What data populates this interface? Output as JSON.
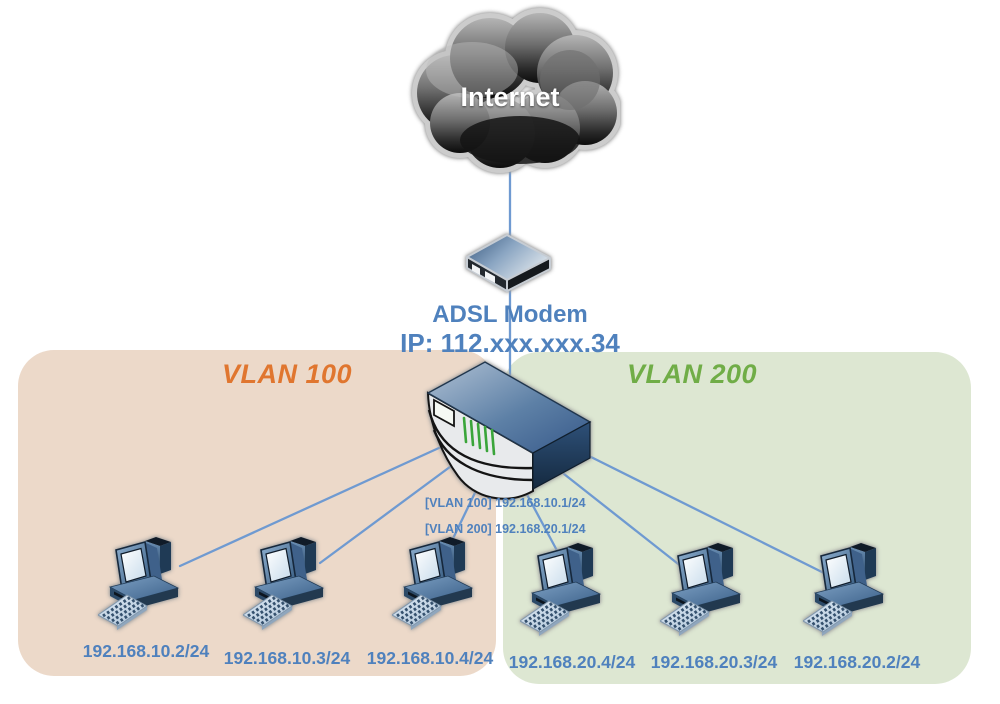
{
  "internet": {
    "label": "Internet"
  },
  "modem": {
    "name": "ADSL Modem",
    "ip": "IP: 112.xxx.xxx.34"
  },
  "router": {
    "interfaces": [
      "[VLAN 100] 192.168.10.1/24",
      "[VLAN 200] 192.168.20.1/24"
    ]
  },
  "vlan100": {
    "title": "VLAN 100",
    "computers": [
      "192.168.10.2/24",
      "192.168.10.3/24",
      "192.168.10.4/24"
    ]
  },
  "vlan200": {
    "title": "VLAN 200",
    "computers": [
      "192.168.20.4/24",
      "192.168.20.3/24",
      "192.168.20.2/24"
    ]
  },
  "colors": {
    "label_blue": "#4f81bd",
    "wire_blue": "#6f9ad1",
    "vlan100_accent": "#e0762f",
    "vlan200_accent": "#70ad47",
    "vlan100_background": "#ecd9c9",
    "vlan200_background": "#dde7d2"
  }
}
